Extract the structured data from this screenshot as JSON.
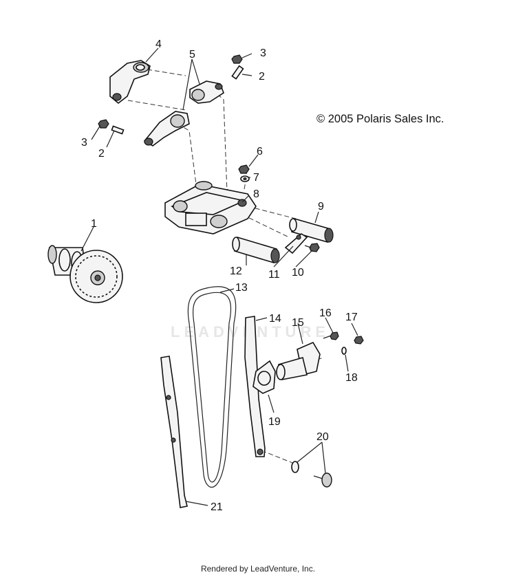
{
  "copyright": "© 2005 Polaris Sales Inc.",
  "footer": "Rendered by LeadVenture, Inc.",
  "watermark": "LEADVENTURE",
  "callouts": {
    "c1": "1",
    "c2a": "2",
    "c2b": "2",
    "c3a": "3",
    "c3b": "3",
    "c4": "4",
    "c5": "5",
    "c6": "6",
    "c7": "7",
    "c8": "8",
    "c9": "9",
    "c10": "10",
    "c11": "11",
    "c12": "12",
    "c13": "13",
    "c14": "14",
    "c15": "15",
    "c16": "16",
    "c17": "17",
    "c18": "18",
    "c19": "19",
    "c20": "20",
    "c21": "21"
  }
}
